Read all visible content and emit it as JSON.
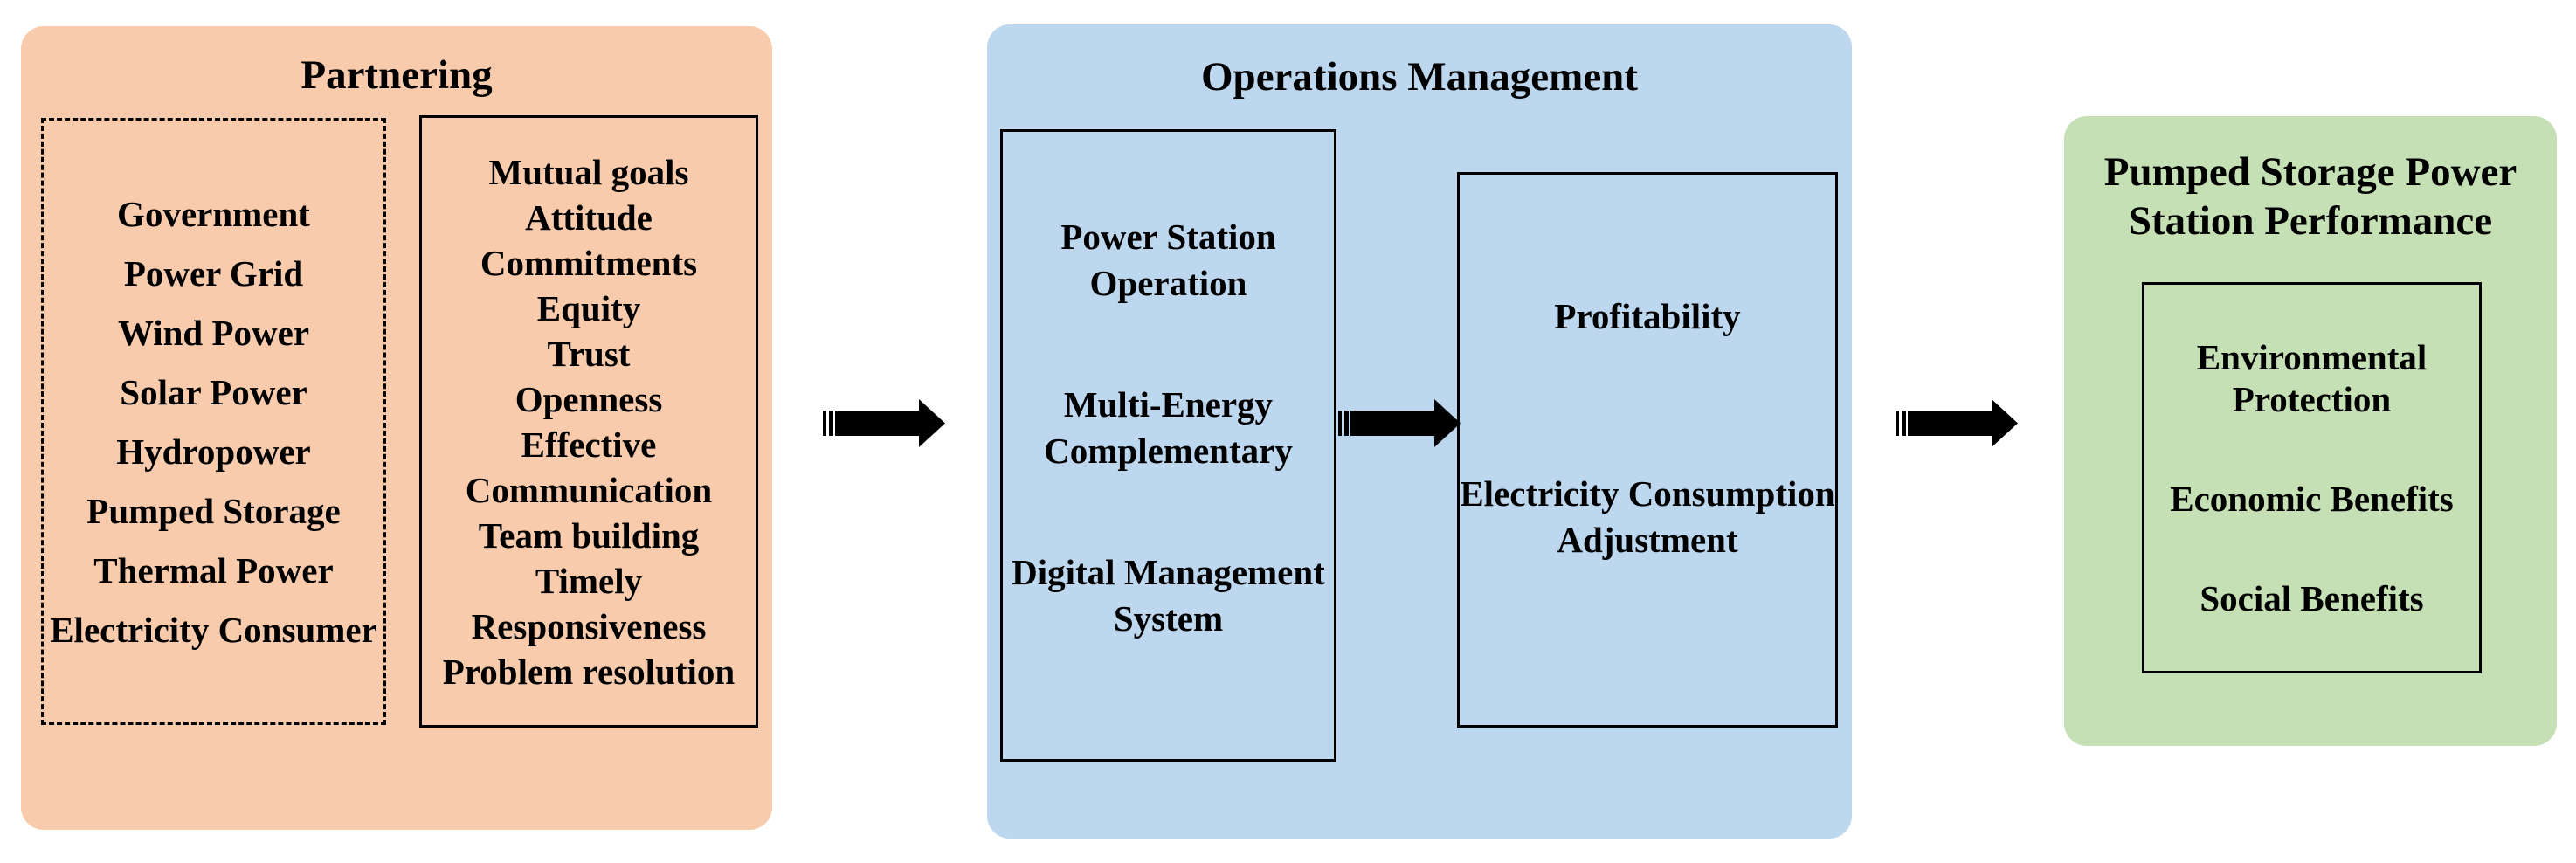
{
  "colors": {
    "partnering_bg": "#F8CBAD",
    "operations_bg": "#BDD7EE",
    "performance_bg": "#C5E0B4",
    "border": "#000000",
    "text": "#000000",
    "arrow": "#000000",
    "page_bg": "#FFFFFF"
  },
  "partnering": {
    "title": "Partnering",
    "stakeholders_box": {
      "lines": [
        "Government",
        "Power Grid",
        "Wind Power",
        "Solar Power",
        "Hydropower",
        "Pumped Storage",
        "Thermal Power",
        "Electricity Consumer"
      ]
    },
    "attributes_box": {
      "lines": [
        "Mutual goals",
        "Attitude",
        "Commitments",
        "Equity",
        "Trust",
        "Openness",
        "Effective",
        "Communication",
        "Team building",
        "Timely",
        "Responsiveness",
        "Problem resolution"
      ]
    }
  },
  "operations": {
    "title": "Operations Management",
    "station_box": {
      "groups": [
        [
          "Power Station",
          "Operation"
        ],
        [
          "Multi-Energy",
          "Complementary"
        ],
        [
          "Digital Management",
          "System"
        ]
      ]
    },
    "profit_box": {
      "groups": [
        [
          "Profitability"
        ],
        [
          "Electricity Consumption",
          "Adjustment"
        ]
      ]
    }
  },
  "performance": {
    "title_lines": [
      "Pumped Storage Power",
      "Station Performance"
    ],
    "benefits_box": {
      "groups": [
        [
          "Environmental",
          "Protection"
        ],
        [
          "Economic Benefits"
        ],
        [
          "Social Benefits"
        ]
      ]
    }
  }
}
